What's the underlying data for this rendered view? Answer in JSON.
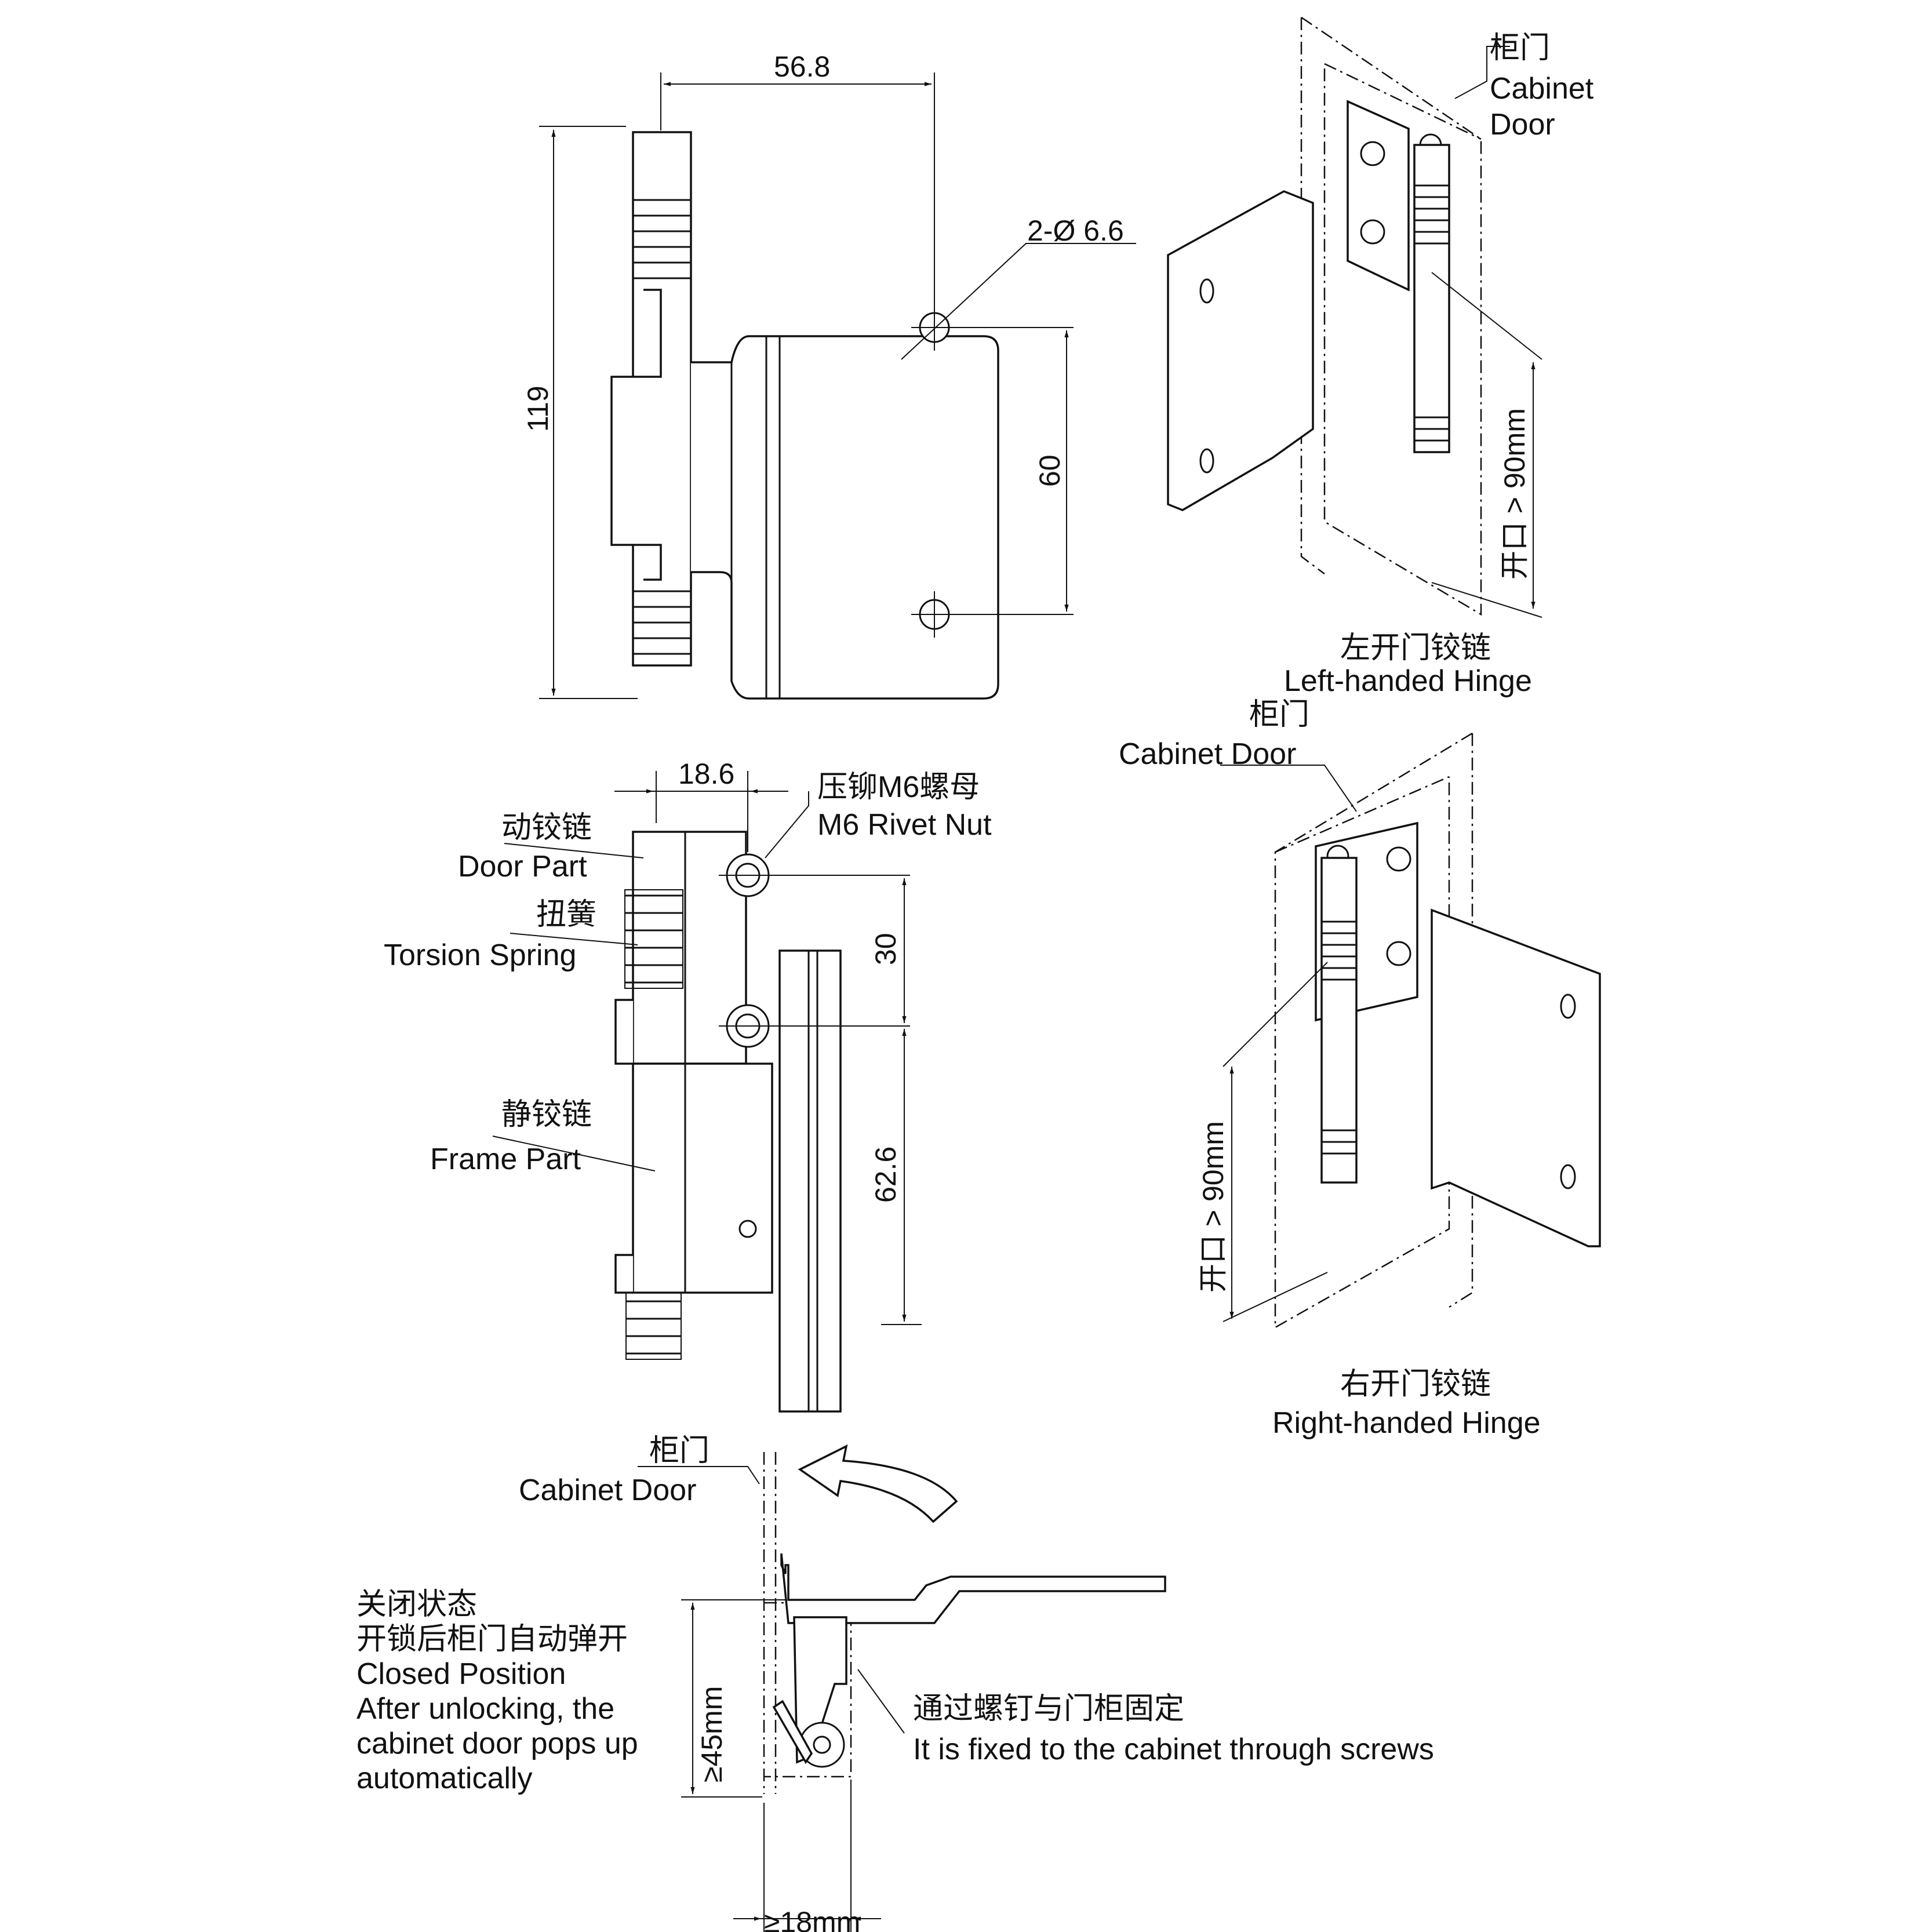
{
  "front_view": {
    "width_dim": "56.8",
    "height_dim": "119",
    "hole_spec": "2-Ø 6.6",
    "hole_spacing": "60"
  },
  "side_view": {
    "offset_dim": "18.6",
    "rivet_nut_cn": "压铆M6螺母",
    "rivet_nut_en": "M6 Rivet Nut",
    "door_part_cn": "动铰链",
    "door_part_en": "Door Part",
    "spring_cn": "扭簧",
    "spring_en": "Torsion Spring",
    "frame_part_cn": "静铰链",
    "frame_part_en": "Frame Part",
    "dim_30": "30",
    "dim_62_6": "62.6"
  },
  "left_hinge": {
    "door_cn": "柜门",
    "door_en_1": "Cabinet",
    "door_en_2": "Door",
    "opening": "开口 > 90mm",
    "title_cn": "左开门铰链",
    "title_en": "Left-handed Hinge"
  },
  "right_hinge": {
    "door_cn": "柜门",
    "door_en": "Cabinet Door",
    "opening": "开口 > 90mm",
    "title_cn": "右开门铰链",
    "title_en": "Right-handed Hinge"
  },
  "closed_view": {
    "door_cn": "柜门",
    "door_en": "Cabinet Door",
    "state_cn_1": "关闭状态",
    "state_cn_2": "开锁后柜门自动弹开",
    "state_en_1": "Closed Position",
    "state_en_2": "After unlocking, the",
    "state_en_3": "cabinet door pops up",
    "state_en_4": "automatically",
    "fix_cn": "通过螺钉与门柜固定",
    "fix_en": "It is fixed to the cabinet through screws",
    "min_height": "≥45mm",
    "min_width": "≥18mm"
  }
}
